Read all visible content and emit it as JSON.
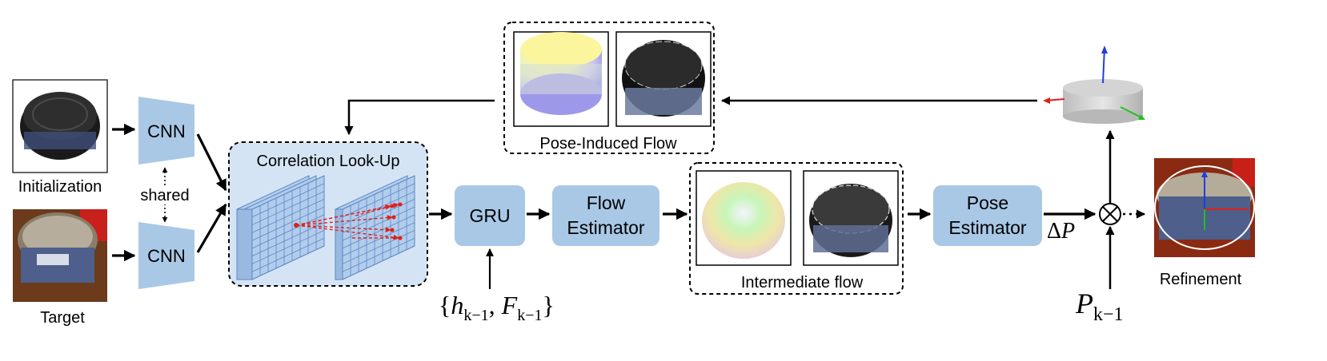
{
  "inputs": {
    "initialization_label": "Initialization",
    "target_label": "Target",
    "shared_label": "shared"
  },
  "encoders": {
    "top_label": "CNN",
    "bottom_label": "CNN"
  },
  "correlation": {
    "title": "Correlation Look-Up"
  },
  "gru": {
    "label": "GRU",
    "hidden_input": {
      "open": "{",
      "h": "h",
      "h_sub": "k−1",
      "sep": ", ",
      "F": "F",
      "F_sub": "k−1",
      "close": "}"
    }
  },
  "flow_estimator": {
    "line1": "Flow",
    "line2": "Estimator"
  },
  "intermediate": {
    "label": "Intermediate flow"
  },
  "pose_estimator": {
    "line1": "Pose",
    "line2": "Estimator",
    "output_delta": "Δ",
    "output_var": "P"
  },
  "pose_induced": {
    "label": "Pose-Induced Flow"
  },
  "composition": {
    "operator": "⊗",
    "prev_pose_var": "P",
    "prev_pose_sub": "k−1"
  },
  "output": {
    "label": "Refinement"
  },
  "colors": {
    "box_fill": "#a9c8e6",
    "corr_fill": "#d5e4f4",
    "grid_fill": "#b2cdec",
    "grid_line": "#5a86c4",
    "arrow": "#000000",
    "dashed": "#e0201a"
  }
}
